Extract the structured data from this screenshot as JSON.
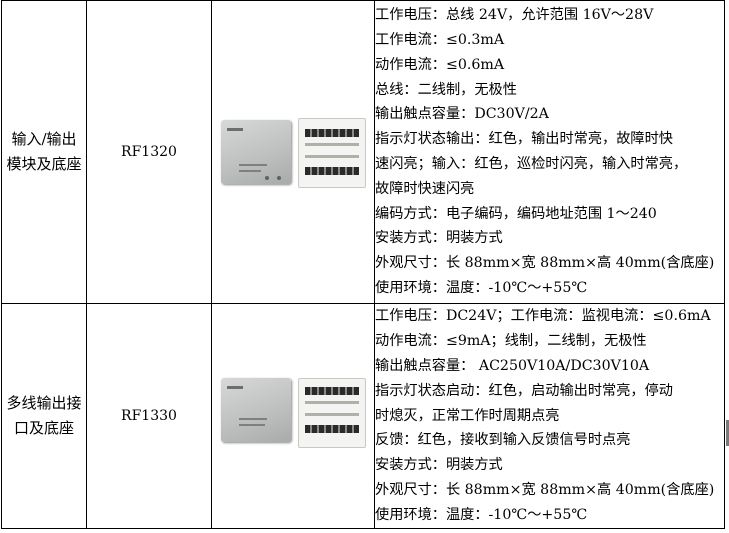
{
  "rows": [
    {
      "name": "输入/输出模块及底座",
      "model": "RF1320",
      "specs": [
        "工作电压：总线 24V，允许范围 16V～28V",
        "工作电流：≤0.3mA",
        "动作电流：≤0.6mA",
        "总线：二线制，无极性",
        "输出触点容量：DC30V/2A",
        "指示灯状态输出：红色，输出时常亮，故障时快",
        "速闪亮；输入：红色，巡检时闪亮，输入时常亮，",
        "故障时快速闪亮",
        "编码方式：电子编码，编码地址范围 1～240",
        "安装方式：明装方式",
        "外观尺寸：长 88mm×宽 88mm×高 40mm(含底座)",
        "使用环境：温度：-10℃～+55℃"
      ]
    },
    {
      "name": "多线输出接口及底座",
      "model": "RF1330",
      "specs": [
        "工作电压：DC24V；工作电流：监视电流：≤0.6mA",
        "动作电流：≤9mA；线制，二线制，无极性",
        "输出触点容量： AC250V10A/DC30V10A",
        "指示灯状态启动：红色，启动输出时常亮，停动",
        "时熄灭，正常工作时周期点亮",
        "反馈：红色，接收到输入反馈信号时点亮",
        "安装方式：明装方式",
        "外观尺寸：长 88mm×宽 88mm×高 40mm(含底座)",
        "使用环境：温度：-10℃～+55℃"
      ]
    }
  ]
}
